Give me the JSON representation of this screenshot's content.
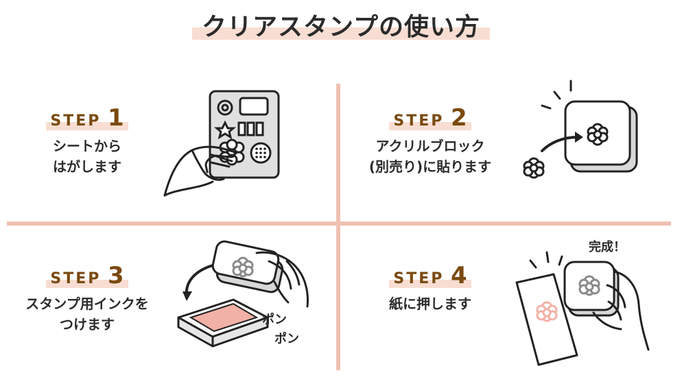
{
  "title": "クリアスタンプの使い方",
  "steps": [
    {
      "label": "STEP",
      "number": "1",
      "lines": [
        "シートから",
        "はがします"
      ]
    },
    {
      "label": "STEP",
      "number": "2",
      "lines": [
        "アクリルブロック",
        "(別売り)に貼ります"
      ]
    },
    {
      "label": "STEP",
      "number": "3",
      "lines": [
        "スタンプ用インクを",
        "つけます"
      ]
    },
    {
      "label": "STEP",
      "number": "4",
      "lines": [
        "紙に押します"
      ]
    }
  ],
  "annotations": {
    "pon1": "ポン",
    "pon2": "ポン",
    "complete": "完成！"
  },
  "colors": {
    "accent_pink": "#f0c1b2",
    "highlight": "#f8ddd2",
    "step_brown": "#7a4a10",
    "ink_pad": "#f2b1a6"
  }
}
